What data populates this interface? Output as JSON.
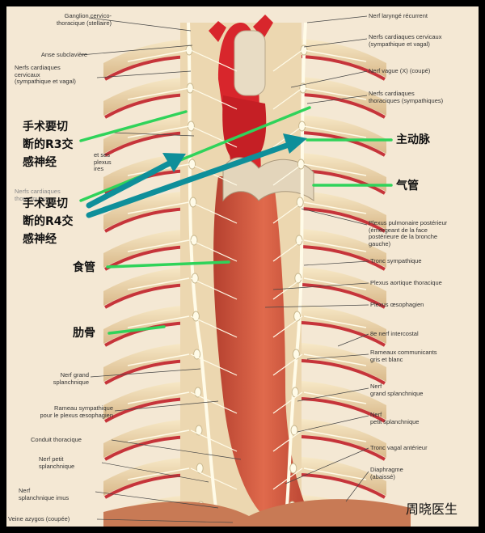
{
  "labels_left": [
    {
      "id": "ganglion",
      "text": "Ganglion cervico-\nthoracique (stellaire)"
    },
    {
      "id": "anse",
      "text": "Anse subclavière"
    },
    {
      "id": "nerfs-card-cerv",
      "text": "Nerfs cardiaques\ncervicaux\n(sympathique et vagal)"
    },
    {
      "id": "et-ses",
      "text": "et ses\nplexus\nires"
    },
    {
      "id": "nerfs-card-l2",
      "text": "Nerfs cardiaques\nthoraciques"
    },
    {
      "id": "grand-spl-l",
      "text": "Nerf grand\nsplanchnique"
    },
    {
      "id": "rameau-symp",
      "text": "Rameau sympathique\npour le plexus œsophagien"
    },
    {
      "id": "conduit",
      "text": "Conduit thoracique"
    },
    {
      "id": "petit-spl-l",
      "text": "Nerf petit\nsplanchnique"
    },
    {
      "id": "imus",
      "text": "Nerf\nsplanchnique imus"
    },
    {
      "id": "azygos",
      "text": "Veine azygos (coupée)"
    }
  ],
  "labels_right": [
    {
      "id": "laryng",
      "text": "Nerf laryngé récurrent"
    },
    {
      "id": "card-cerv-r",
      "text": "Nerfs cardiaques cervicaux\n(sympathique et vagal)"
    },
    {
      "id": "vague",
      "text": "Nerf vague (X) (coupé)"
    },
    {
      "id": "card-thor-r",
      "text": "Nerfs cardiaques\nthoraciques (sympathiques)"
    },
    {
      "id": "pulm",
      "text": "Plexus pulmonaire postérieur\n(émergeant de la face\npostérieure de la bronche\ngauche)"
    },
    {
      "id": "tronc-symp",
      "text": "Tronc sympathique"
    },
    {
      "id": "aortique",
      "text": "Plexus aortique thoracique"
    },
    {
      "id": "oeso",
      "text": "Plexus œsophagien"
    },
    {
      "id": "intercostal",
      "text": "8e nerf intercostal"
    },
    {
      "id": "rameaux",
      "text": "Rameaux communicants\ngris et blanc"
    },
    {
      "id": "grand-spl-r",
      "text": "Nerf\ngrand splanchnique"
    },
    {
      "id": "petit-spl-r",
      "text": "Nerf\npetit splanchnique"
    },
    {
      "id": "tronc-vagal",
      "text": "Tronc vagal antérieur"
    },
    {
      "id": "diaphragme",
      "text": "Diaphragme\n(abaissé)"
    }
  ],
  "annotations": {
    "r3_line1": "手术要切",
    "r3_line2": "断的R3交",
    "r3_line3": "感神经",
    "r4_line1": "手术要切",
    "r4_line2": "断的R4交",
    "r4_line3": "感神经",
    "aorta": "主动脉",
    "trachea": "气管",
    "esophagus": "食管",
    "rib": "肋骨"
  },
  "watermark": "周晓医生",
  "colors": {
    "green": "#2fd35a",
    "teal": "#0e8f9a",
    "rib": "#f0dcb0",
    "artery": "#d8262c",
    "muscle": "#c8553c",
    "nerve": "#fffbe8"
  }
}
